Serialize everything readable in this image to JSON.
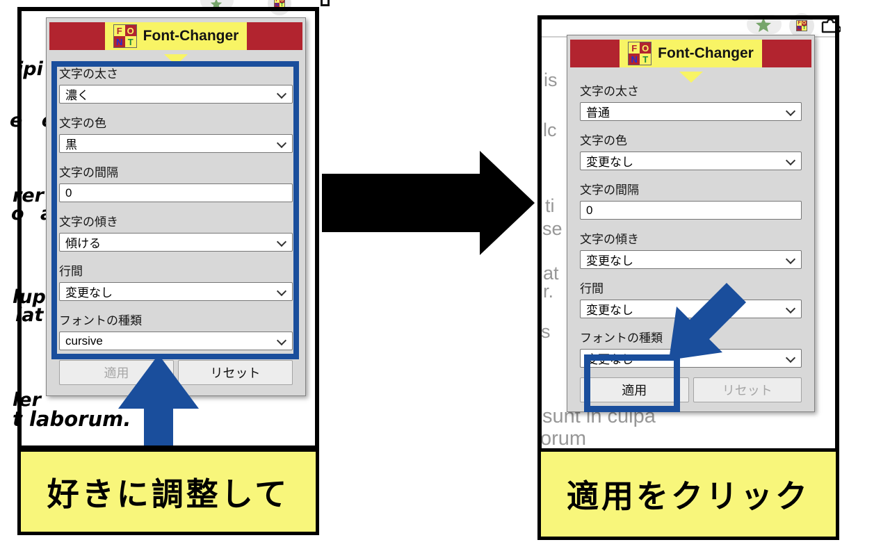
{
  "brand": {
    "title": "Font-Changer",
    "logo_letters": {
      "f": "F",
      "o": "O",
      "n": "N",
      "t": "T"
    }
  },
  "left_panel": {
    "caption": "好きに調整して",
    "page_fragments": [
      "ipi",
      "e e",
      "rer",
      "o a",
      "lup",
      "iat",
      "ler",
      "t laborum."
    ],
    "popup": {
      "fields": [
        {
          "label": "文字の太さ",
          "value": "濃く"
        },
        {
          "label": "文字の色",
          "value": "黒"
        },
        {
          "label": "文字の間隔",
          "value": "0"
        },
        {
          "label": "文字の傾き",
          "value": "傾ける"
        },
        {
          "label": "行間",
          "value": "変更なし"
        },
        {
          "label": "フォントの種類",
          "value": "cursive"
        }
      ],
      "apply_label": "適用",
      "reset_label": "リセット"
    }
  },
  "right_panel": {
    "caption": "適用をクリック",
    "page_fragments": [
      "is",
      "lc",
      "ti",
      "se",
      "at",
      "r.",
      "s",
      "sunt in culpa",
      "orum"
    ],
    "popup": {
      "fields": [
        {
          "label": "文字の太さ",
          "value": "普通"
        },
        {
          "label": "文字の色",
          "value": "変更なし"
        },
        {
          "label": "文字の間隔",
          "value": "0"
        },
        {
          "label": "文字の傾き",
          "value": "変更なし"
        },
        {
          "label": "行間",
          "value": "変更なし"
        },
        {
          "label": "フォントの種類",
          "value": "変更なし"
        }
      ],
      "apply_label": "適用",
      "reset_label": "リセット"
    }
  },
  "colors": {
    "brand_red": "#b2242f",
    "brand_yellow": "#f8f465",
    "caption_yellow": "#f8f67b",
    "highlight_blue": "#1a4e9c",
    "popup_gray": "#d8d8d8"
  }
}
